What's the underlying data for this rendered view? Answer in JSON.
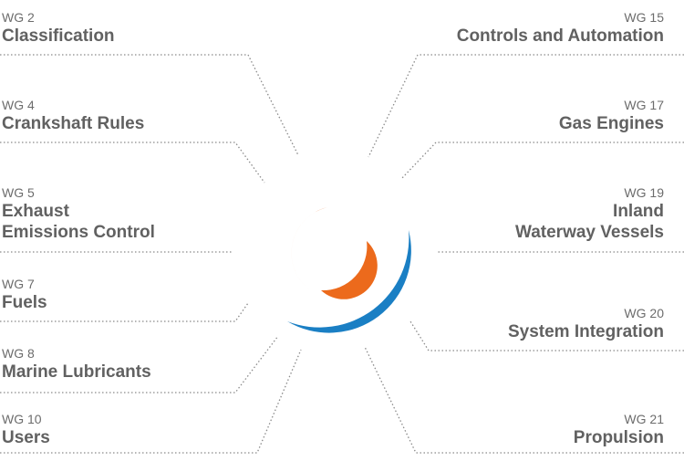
{
  "left_groups": [
    {
      "code": "WG 2",
      "name": "Classification"
    },
    {
      "code": "WG 4",
      "name": "Crankshaft Rules"
    },
    {
      "code": "WG 5",
      "name": "Exhaust\nEmissions Control"
    },
    {
      "code": "WG 7",
      "name": "Fuels"
    },
    {
      "code": "WG 8",
      "name": "Marine Lubricants"
    },
    {
      "code": "WG 10",
      "name": "Users"
    }
  ],
  "right_groups": [
    {
      "code": "WG 15",
      "name": "Controls and Automation"
    },
    {
      "code": "WG 17",
      "name": "Gas Engines"
    },
    {
      "code": "WG 19",
      "name": "Inland\nWaterway Vessels"
    },
    {
      "code": "WG 20",
      "name": "System Integration"
    },
    {
      "code": "WG 21",
      "name": "Propulsion"
    }
  ],
  "colors": {
    "outer_ring": "#1a7fc4",
    "inner_ring": "#ec6a1c",
    "connector": "#888888",
    "text": "#616161"
  }
}
